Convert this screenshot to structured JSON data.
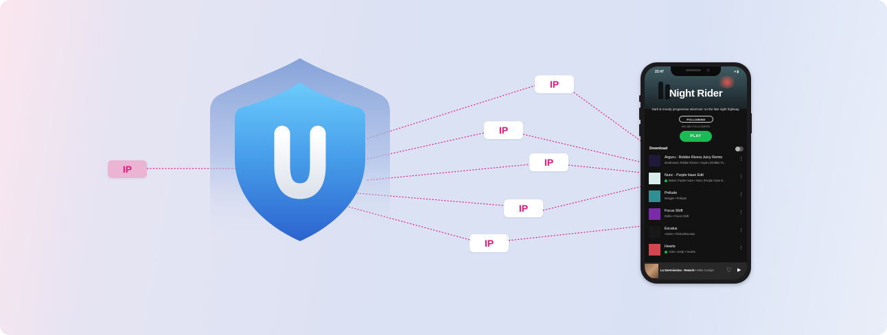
{
  "ip_label": "IP",
  "colors": {
    "ip_text": "#e0157a",
    "source_tag_bg": "#ebb4d3",
    "connector_line": "#e0157a",
    "shield_top": "#6cc7fb",
    "shield_bottom": "#2d6fd4",
    "spotify_green": "#1db954"
  },
  "shield": {
    "letter": "U",
    "icon": "vpn-shield-icon"
  },
  "ip_tags": [
    {
      "label": "IP",
      "role": "source"
    },
    {
      "label": "IP",
      "role": "exit"
    },
    {
      "label": "IP",
      "role": "exit"
    },
    {
      "label": "IP",
      "role": "exit"
    },
    {
      "label": "IP",
      "role": "exit"
    },
    {
      "label": "IP",
      "role": "exit"
    }
  ],
  "phone": {
    "status_time": "22:47",
    "playlist_title": "Night Rider",
    "description": "Dark & moody progressive electronic on the late night highway.",
    "following_label": "FOLLOWING",
    "followers": "994,880 FOLLOWERS",
    "play_label": "PLAY",
    "download_label": "Download",
    "tracks": [
      {
        "title": "Arguru - Robbie Rivera Juicy Remix",
        "subtitle": "deadmau5, Robbie Rivera • Arguru (Robbie Ri...",
        "downloaded": false,
        "art_color": "#1f1a3a"
      },
      {
        "title": "Nunc - Purple Haze Edit",
        "subtitle": "Bettel, Purple Haze • Nunc (Purple Haze E...",
        "downloaded": true,
        "art_color": "#d8ecec"
      },
      {
        "title": "Prélude",
        "subtitle": "Moogle • Prélude",
        "downloaded": false,
        "art_color": "#2f8f94"
      },
      {
        "title": "Focus Shift",
        "subtitle": "Dollio • Focus Shift",
        "downloaded": false,
        "art_color": "#7a2ca8"
      },
      {
        "title": "Escalus",
        "subtitle": "Anden • Flicker/Escalus",
        "downloaded": false,
        "art_color": "#181818"
      },
      {
        "title": "Hearts",
        "subtitle": "Aztec Ozolp • Hearts",
        "downloaded": true,
        "art_color": "#d2464e"
      }
    ],
    "now_playing": {
      "title": "La Serenissima - Rework",
      "artist": "Mike Candys"
    }
  }
}
